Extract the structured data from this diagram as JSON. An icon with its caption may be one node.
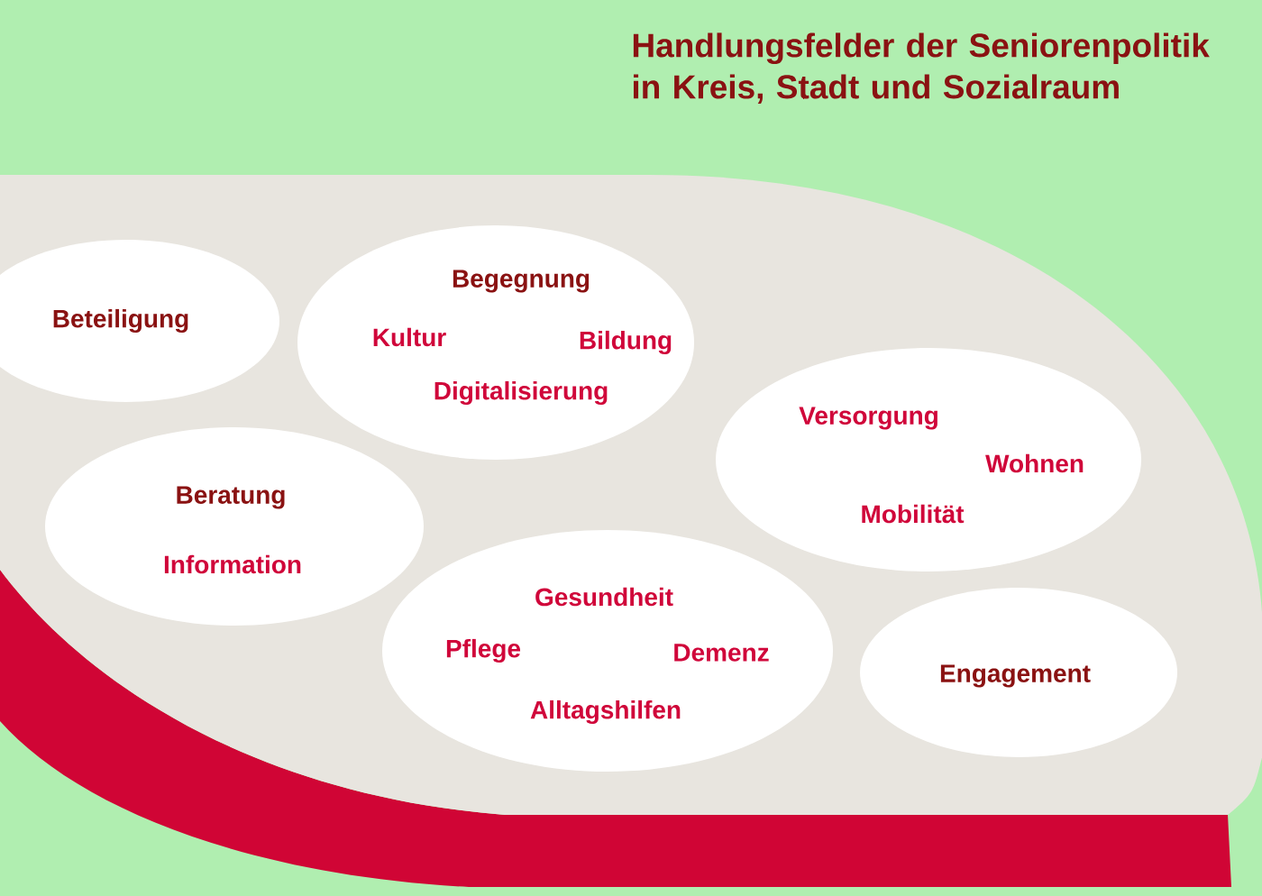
{
  "diagram": {
    "title": "Handlungsfelder der Seniorenpolitik in Kreis, Stadt und Sozialraum",
    "nodes": [
      {
        "text": [
          "Beteiligung"
        ]
      },
      {
        "text": [
          "Begegnung",
          "Kultur",
          "Bildung",
          "Digitalisierung"
        ]
      },
      {
        "text": [
          "Versorgung",
          "Wohnen",
          "Mobilität"
        ]
      },
      {
        "text": [
          "Beratung",
          "Information"
        ]
      },
      {
        "text": [
          "Gesundheit",
          "Pflege",
          "Demenz",
          "Alltagshilfen"
        ]
      },
      {
        "text": [
          "Engagement"
        ]
      }
    ]
  }
}
